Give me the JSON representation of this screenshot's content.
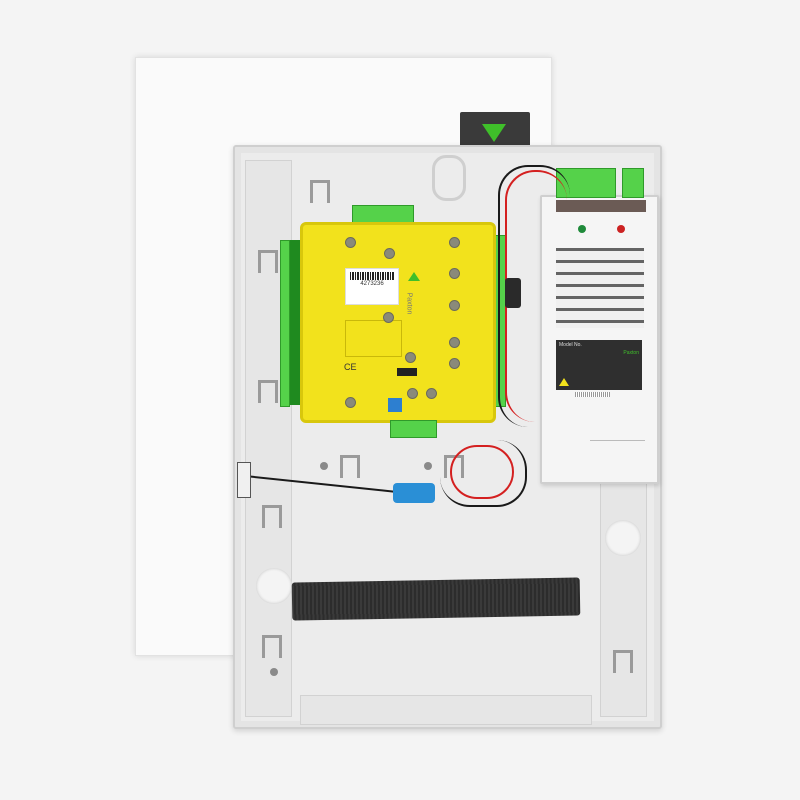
{
  "scene": {
    "description": "Access control enclosure with lid removed showing a yellow controller PCB, power supply unit, wiring and a tamper strap",
    "colors": {
      "background": "#f4f4f4",
      "enclosure": "#ececec",
      "pcb": "#f2e21c",
      "terminal": "#55d24a",
      "psu": "#f5f5f5",
      "brand_accent": "#3fbf2a",
      "wire_red": "#d42020",
      "wire_black": "#1a1a1a",
      "spade_connector": "#2a8fd6",
      "strap": "#2f2f2f"
    }
  },
  "pcb": {
    "barcode_number": "4273236",
    "brand": "Paxton",
    "ce_mark": "CE"
  },
  "psu": {
    "label_title": "Model No.",
    "brand": "Paxton",
    "leds": [
      "green",
      "red"
    ]
  }
}
